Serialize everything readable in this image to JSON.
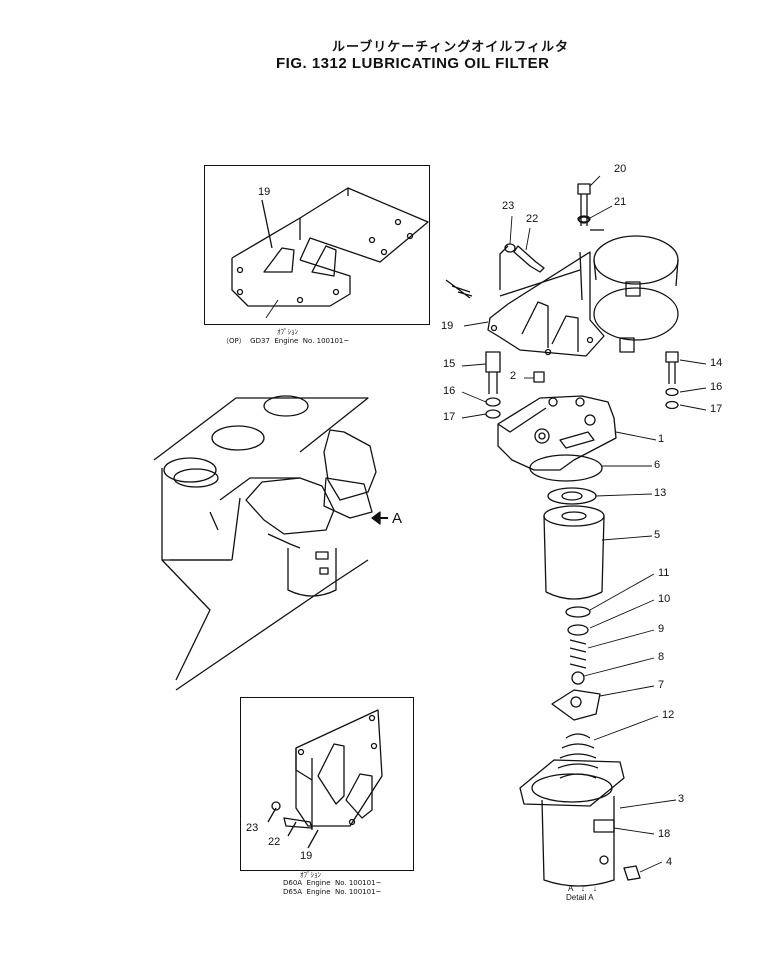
{
  "title": {
    "japanese": "ルーブリケーチィングオイルフィルタ",
    "english": "FIG. 1312  LUBRICATING OIL FILTER"
  },
  "inset_top": {
    "caption_line1": "（OP）  GD37  Engine  No. 100101~"
  },
  "inset_bottom": {
    "caption_line1": "D60A  Engine  No. 100101~",
    "caption_line2": "D65A  Engine  No. 100101~"
  },
  "detail": {
    "label": "Detail  A",
    "arrow_label": "A"
  },
  "part_numbers": {
    "p1": "1",
    "p2": "2",
    "p3": "3",
    "p4": "4",
    "p5": "5",
    "p6": "6",
    "p7": "7",
    "p8": "8",
    "p9": "9",
    "p10": "10",
    "p11": "11",
    "p12": "12",
    "p13": "13",
    "p14": "14",
    "p15": "15",
    "p16a": "16",
    "p16b": "16",
    "p17a": "17",
    "p17b": "17",
    "p18": "18",
    "p19a": "19",
    "p19b": "19",
    "p19c": "19",
    "p20": "20",
    "p21": "21",
    "p22a": "22",
    "p22b": "22",
    "p23a": "23",
    "p23b": "23"
  },
  "colors": {
    "ink": "#111111",
    "paper": "#ffffff"
  }
}
